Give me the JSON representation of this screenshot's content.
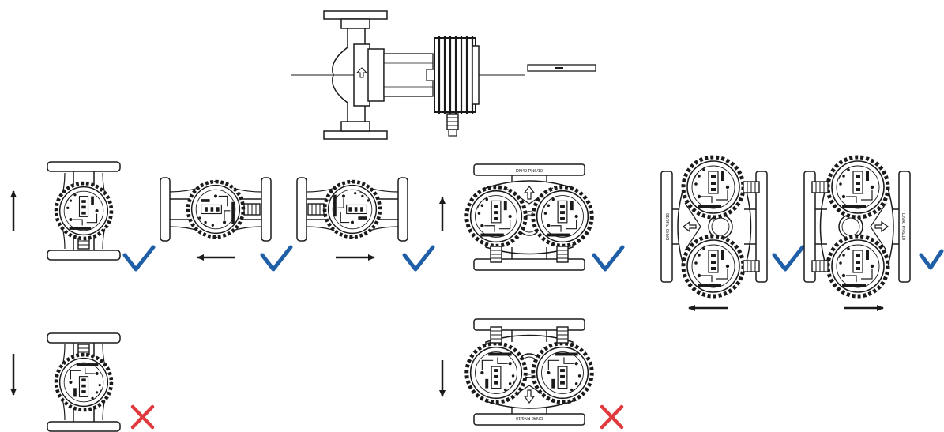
{
  "colors": {
    "line": "#1a1a1a",
    "fill": "#ffffff",
    "shade": "#e6e6e6",
    "check": "#1f5fa8",
    "cross": "#e03a3e"
  },
  "icons": {
    "allowed": "checkmark-icon",
    "not_allowed": "cross-icon",
    "flow": "arrow-icon"
  },
  "labels": {
    "flange_text": "DN40 PN6/10"
  },
  "installations": [
    {
      "id": "single-vertical-up",
      "allowed": true
    },
    {
      "id": "single-horizontal-left",
      "allowed": true
    },
    {
      "id": "single-horizontal-right",
      "allowed": true
    },
    {
      "id": "twin-vertical-up",
      "allowed": true
    },
    {
      "id": "twin-horizontal-left",
      "allowed": true
    },
    {
      "id": "twin-horizontal-right",
      "allowed": true
    },
    {
      "id": "single-vertical-down",
      "allowed": false
    },
    {
      "id": "twin-vertical-down",
      "allowed": false
    }
  ]
}
